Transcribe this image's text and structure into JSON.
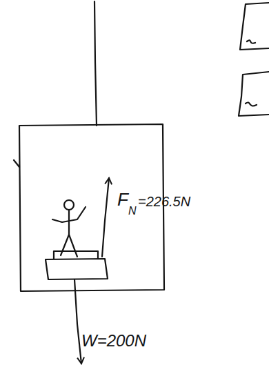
{
  "diagram": {
    "labels": [
      "F",
      "N",
      "=226.5N",
      "W=200N"
    ]
  }
}
